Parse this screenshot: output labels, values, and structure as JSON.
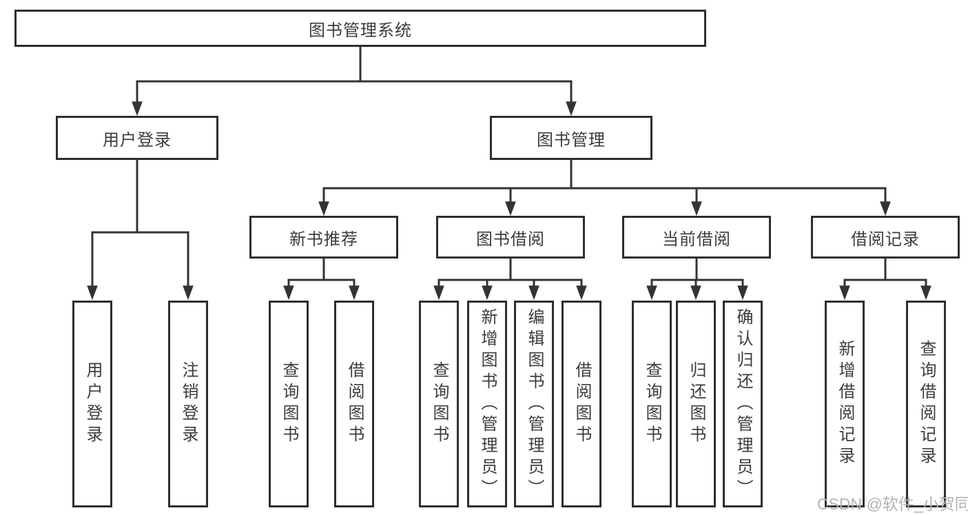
{
  "tree": {
    "label": "图书管理系统",
    "children": [
      {
        "label": "用户登录",
        "children": [
          {
            "label": "用户登录"
          },
          {
            "label": "注销登录"
          }
        ]
      },
      {
        "label": "图书管理",
        "children": [
          {
            "label": "新书推荐",
            "children": [
              {
                "label": "查询图书"
              },
              {
                "label": "借阅图书"
              }
            ]
          },
          {
            "label": "图书借阅",
            "children": [
              {
                "label": "查询图书"
              },
              {
                "label": "新增图书（管理员）"
              },
              {
                "label": "编辑图书（管理员）"
              },
              {
                "label": "借阅图书"
              }
            ]
          },
          {
            "label": "当前借阅",
            "children": [
              {
                "label": "查询图书"
              },
              {
                "label": "归还图书"
              },
              {
                "label": "确认归还（管理员）"
              }
            ]
          },
          {
            "label": "借阅记录",
            "children": [
              {
                "label": "新增借阅记录"
              },
              {
                "label": "查询借阅记录"
              }
            ]
          }
        ]
      }
    ]
  },
  "watermark": {
    "text": "CSDN @软件_小贺同学"
  },
  "colors": {
    "line": "#333333",
    "border": "#2e2e2e",
    "text": "#3c3c3c",
    "watermark": "#b2b2b2",
    "background": "#ffffff"
  }
}
